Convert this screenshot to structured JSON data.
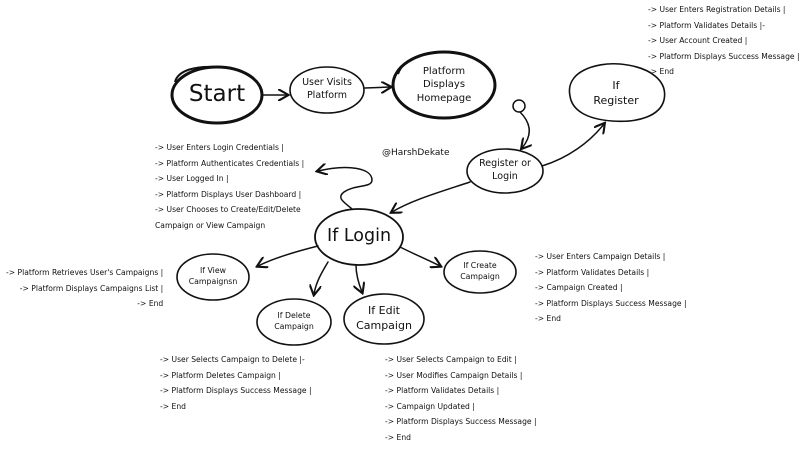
{
  "diagram": {
    "handle": "@HarshDekate",
    "nodes": {
      "start": "Start",
      "visit": "User Visits\nPlatform",
      "home": "Platform\nDisplays\nHomepage",
      "register": "If\nRegister",
      "reglogin": "Register or\nLogin",
      "login": "If Login",
      "view": "If View\nCampaignsn",
      "create": "If Create\nCampaign",
      "delete": "If Delete\nCampaign",
      "edit": "If Edit\nCampaign"
    },
    "notes": {
      "register": [
        "-> User Enters Registration Details |",
        "-> Platform Validates Details |-",
        "-> User Account Created |",
        "-> Platform Displays Success Message |",
        "-> End"
      ],
      "login": [
        "-> User Enters Login Credentials |",
        "-> Platform Authenticates Credentials |",
        "-> User Logged In |",
        "-> Platform Displays User Dashboard |",
        "-> User Chooses to Create/Edit/Delete",
        "Campaign or View Campaign"
      ],
      "view": [
        "-> Platform Retrieves User's Campaigns |",
        "-> Platform Displays Campaigns List |",
        "-> End"
      ],
      "create": [
        "-> User Enters Campaign Details |",
        "-> Platform Validates Details |",
        "-> Campaign Created |",
        "-> Platform Displays Success Message |",
        "-> End"
      ],
      "delete": [
        "-> User Selects Campaign to Delete |-",
        "-> Platform Deletes Campaign |",
        "-> Platform Displays Success Message |",
        "-> End"
      ],
      "edit": [
        "-> User Selects Campaign to Edit |",
        "-> User Modifies Campaign Details |",
        "-> Platform Validates Details |",
        "-> Campaign Updated |",
        "-> Platform Displays Success Message |",
        "-> End"
      ]
    }
  }
}
